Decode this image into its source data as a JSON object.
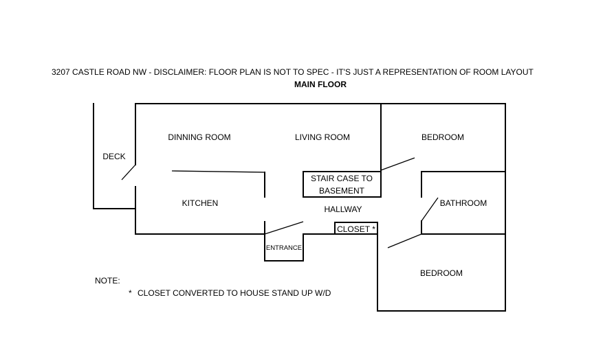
{
  "header": {
    "disclaimer": "3207 CASTLE ROAD NW - DISCLAIMER:  FLOOR PLAN IS NOT TO SPEC - IT'S JUST A REPRESENTATION OF ROOM LAYOUT",
    "floor_title": "MAIN FLOOR"
  },
  "rooms": {
    "deck": "DECK",
    "dining_room": "DINNING ROOM",
    "living_room": "LIVING ROOM",
    "bedroom_top": "BEDROOM",
    "staircase_line1": "STAIR CASE TO",
    "staircase_line2": "BASEMENT",
    "kitchen": "KITCHEN",
    "hallway": "HALLWAY",
    "bathroom": "BATHROOM",
    "closet": "CLOSET *",
    "entrance": "ENTRANCE",
    "bedroom_bottom": "BEDROOM"
  },
  "notes": {
    "heading": "NOTE:",
    "marker": "*",
    "text": "CLOSET CONVERTED TO HOUSE STAND UP W/D"
  }
}
